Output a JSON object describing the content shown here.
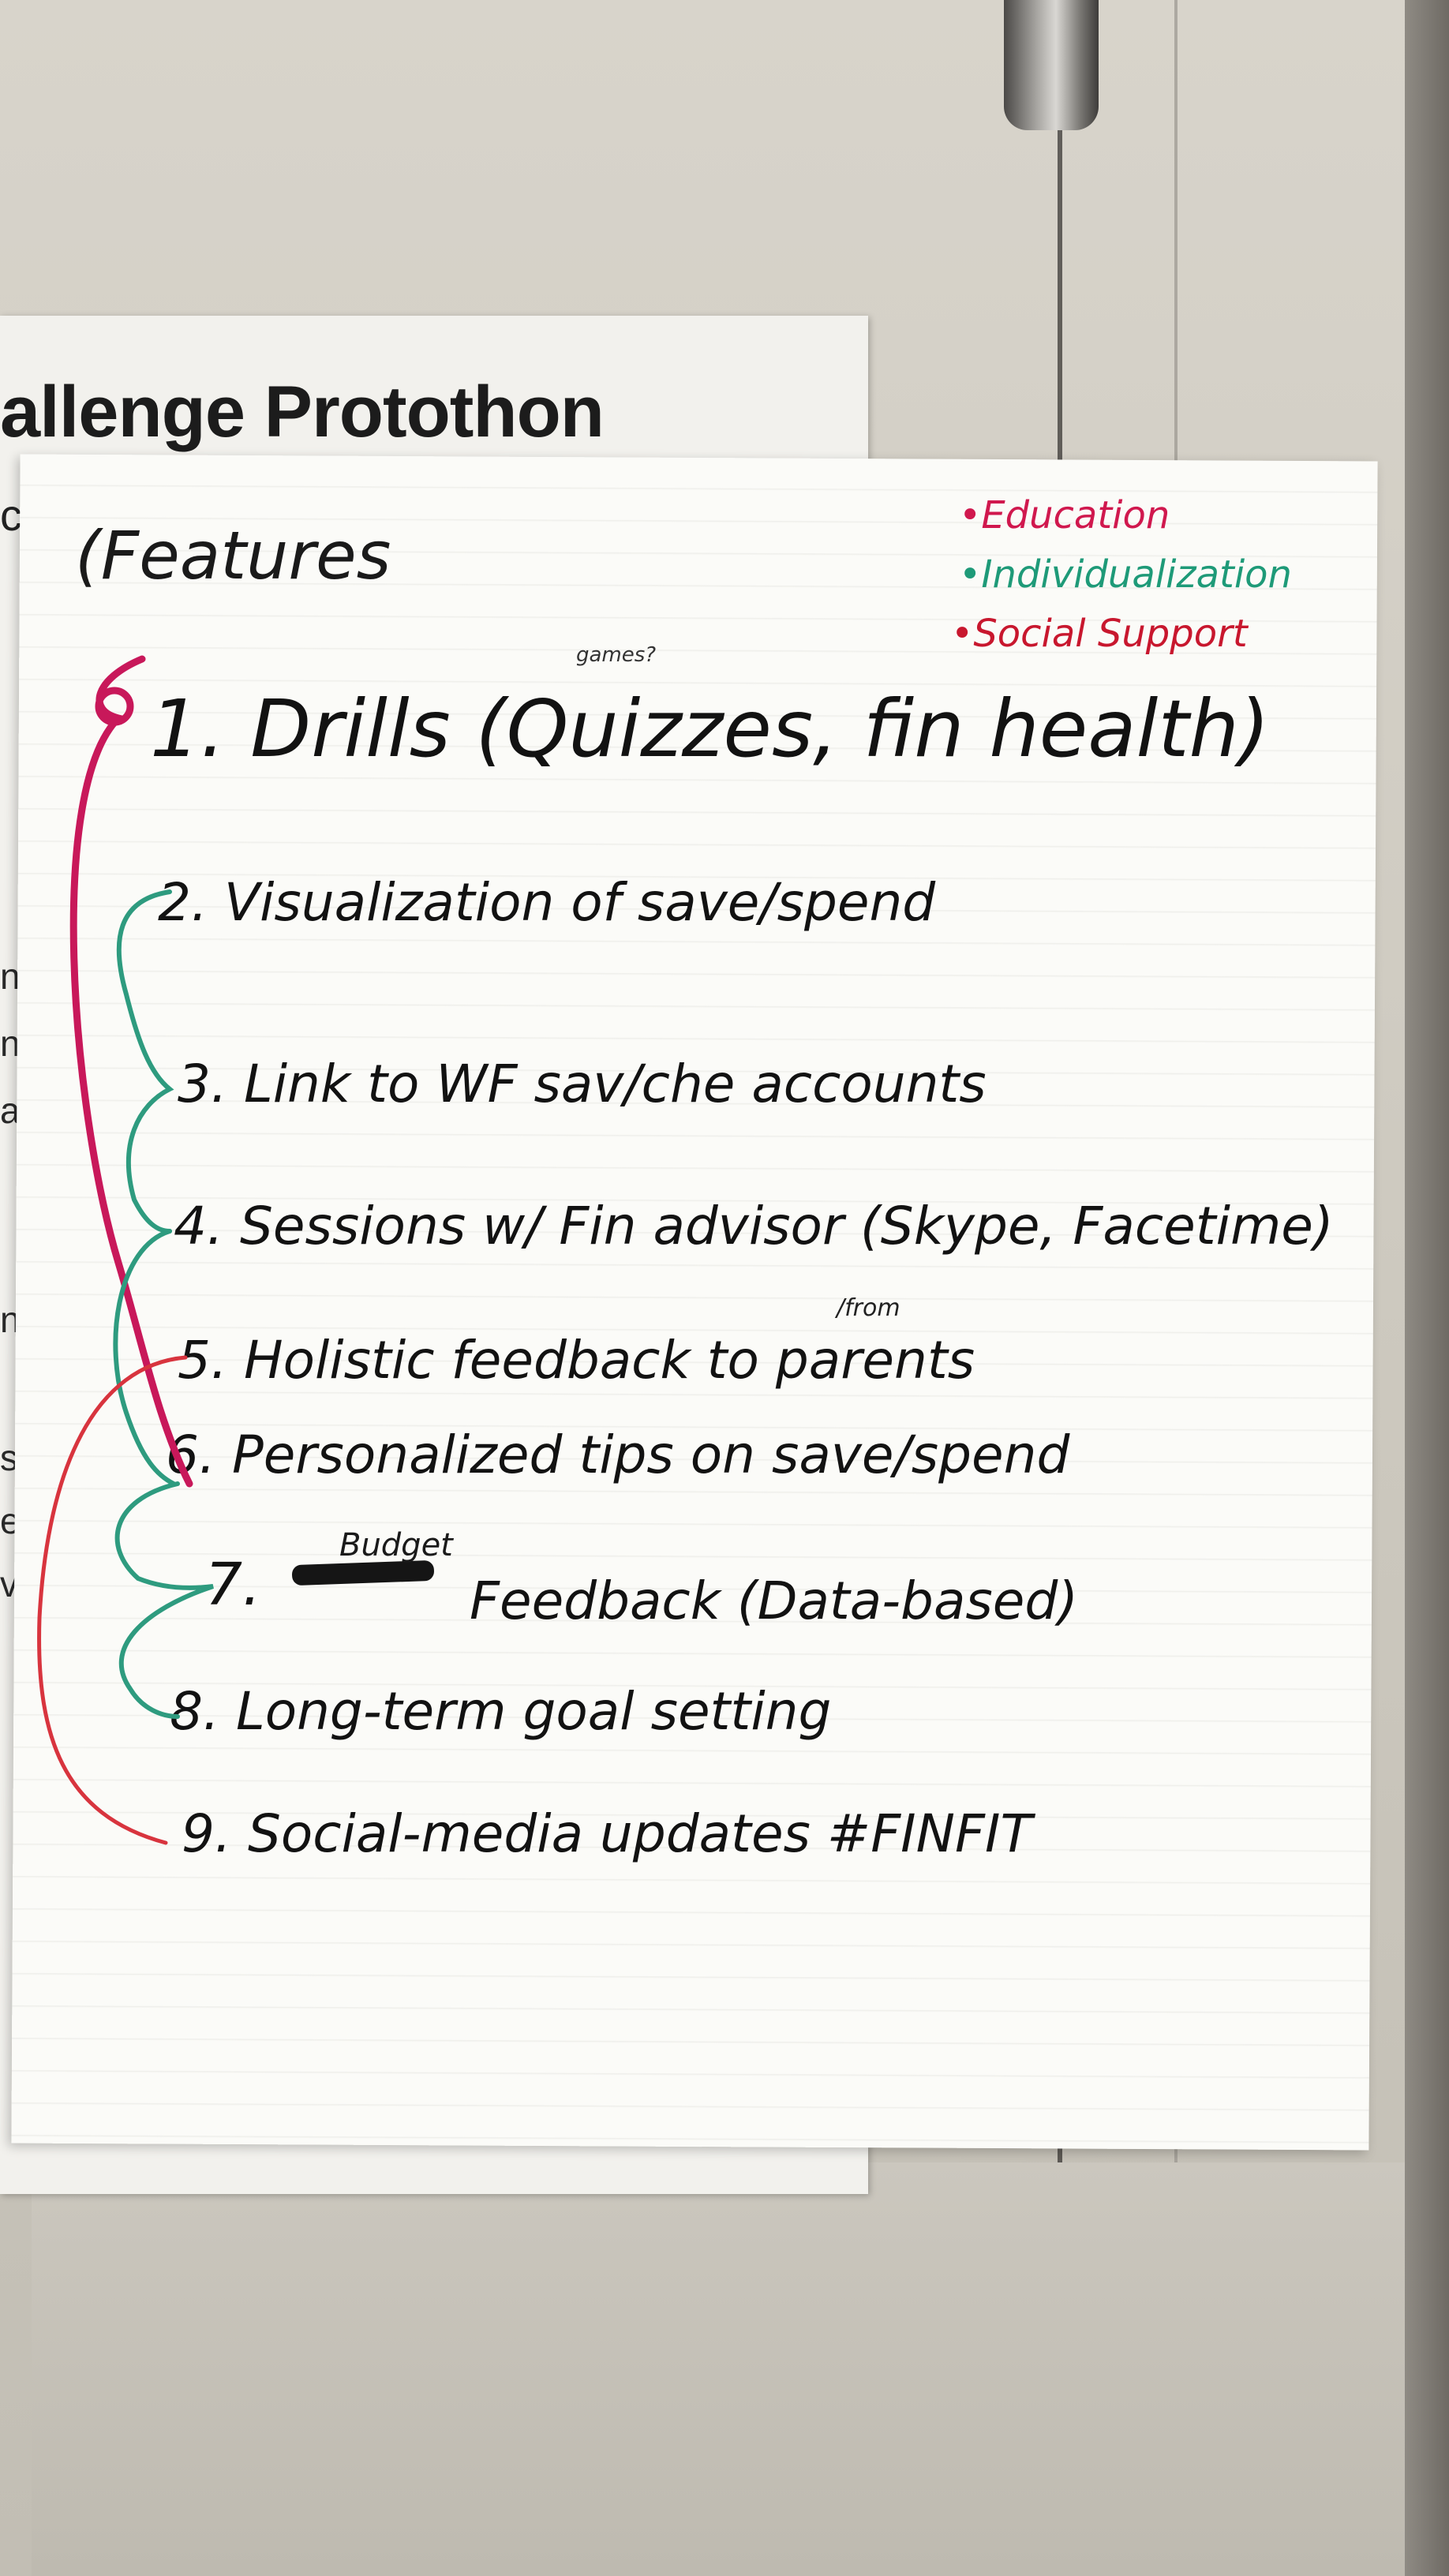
{
  "background_sheet": {
    "title_fragment": "allenge Protothon",
    "subtitle_fragment": "c",
    "side_fragments": [
      "n",
      "n",
      "a",
      "n",
      "s",
      "e",
      "vi"
    ]
  },
  "chart": {
    "heading": "(Features",
    "legend": [
      {
        "label": "•Education",
        "color": "#d0184e"
      },
      {
        "label": "•Individualization",
        "color": "#1e9a78"
      },
      {
        "label": "•Social Support",
        "color": "#c8172e"
      }
    ],
    "features": [
      {
        "text": "1. Drills (Quizzes, fin health)"
      },
      {
        "text": "2. Visualization of save/spend"
      },
      {
        "text": "3. Link to WF sav/che accounts"
      },
      {
        "text": "4. Sessions w/ Fin advisor (Skype, Facetime)"
      },
      {
        "text": "5. Holistic feedback to parents"
      },
      {
        "text": "6. Personalized tips on save/spend"
      },
      {
        "text": "Feedback (Data-based)"
      },
      {
        "text": "8. Long-term goal setting"
      },
      {
        "text": "9. Social-media updates #FINFIT"
      }
    ],
    "number_7": "7.",
    "annotations": {
      "games": "games?",
      "from": "/from",
      "budget": "Budget"
    }
  }
}
